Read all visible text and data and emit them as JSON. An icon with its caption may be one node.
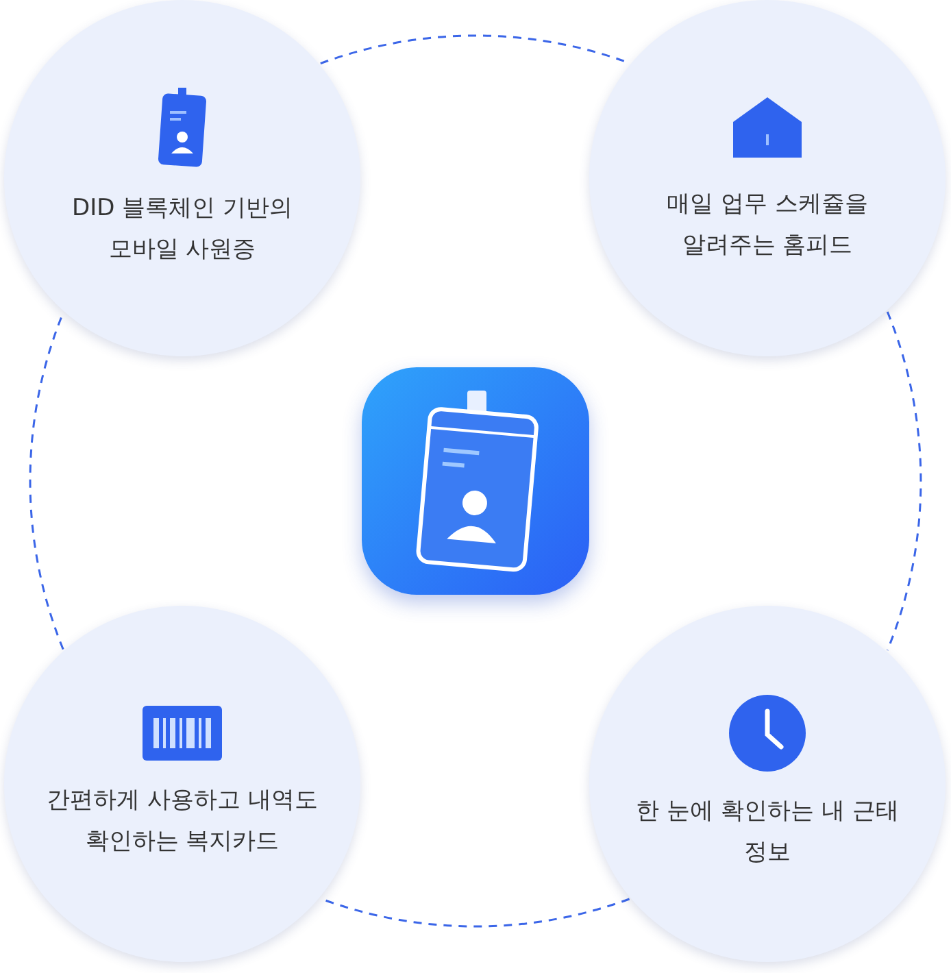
{
  "diagram": {
    "nodes": [
      {
        "text": [
          "DID 블록체인 기반의 모바일 사원증"
        ]
      },
      {
        "text": [
          "매일 업무 스케쥴을 알려주는 홈피드"
        ]
      },
      {
        "text": [],
        "shape": "picture"
      },
      {
        "text": [
          "간편하게 사용하고 내역도 확인하는 복지카드"
        ]
      },
      {
        "text": [
          "한 눈에 확인하는 내 근태 정보"
        ]
      }
    ],
    "edges": [
      {
        "from": 0,
        "to": 1,
        "arrow": "none",
        "style": "dashed"
      },
      {
        "from": 1,
        "to": 4,
        "arrow": "none",
        "style": "dashed"
      },
      {
        "from": 4,
        "to": 3,
        "arrow": "none",
        "style": "dashed"
      },
      {
        "from": 3,
        "to": 0,
        "arrow": "none",
        "style": "dashed"
      }
    ]
  }
}
